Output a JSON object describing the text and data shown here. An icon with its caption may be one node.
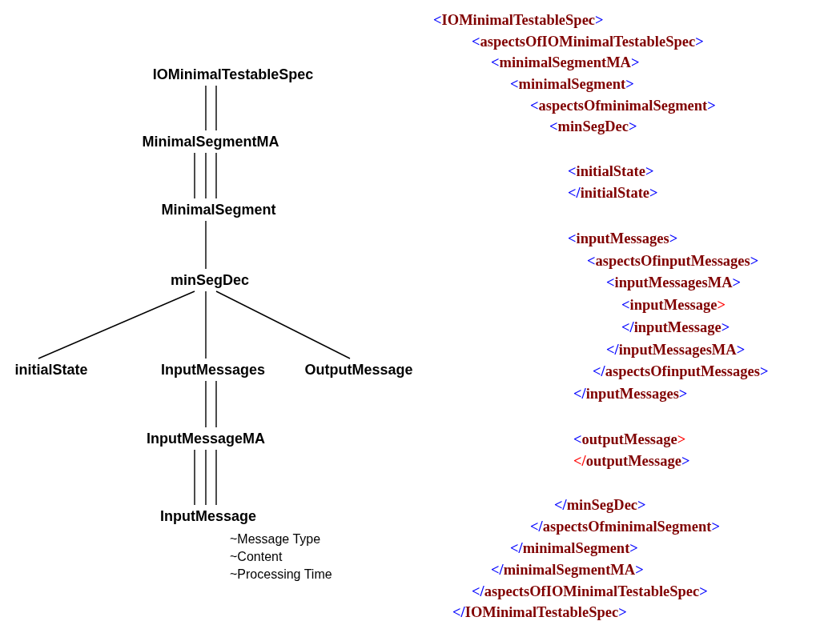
{
  "diagram": {
    "nodes": [
      {
        "text": [
          "IOMinimalTestableSpec"
        ]
      },
      {
        "text": [
          "MinimalSegmentMA"
        ]
      },
      {
        "text": [
          "MinimalSegment"
        ]
      },
      {
        "text": [
          "minSegDec"
        ]
      },
      {
        "text": [
          "initialState"
        ]
      },
      {
        "text": [
          "InputMessages"
        ]
      },
      {
        "text": [
          "OutputMessage"
        ]
      },
      {
        "text": [
          "InputMessageMA"
        ]
      },
      {
        "text": [
          "InputMessage"
        ],
        "beside": [
          "~Message Type",
          "~Content",
          "~Processing Time"
        ]
      }
    ],
    "edges": [
      {
        "from": 0,
        "to": 1,
        "arrow": "none"
      },
      {
        "from": 1,
        "to": 2,
        "arrow": "none"
      },
      {
        "from": 2,
        "to": 3,
        "arrow": "none"
      },
      {
        "from": 3,
        "to": 4,
        "arrow": "none"
      },
      {
        "from": 3,
        "to": 5,
        "arrow": "none"
      },
      {
        "from": 3,
        "to": 6,
        "arrow": "none"
      },
      {
        "from": 5,
        "to": 7,
        "arrow": "none"
      },
      {
        "from": 7,
        "to": 8,
        "arrow": "none"
      }
    ],
    "labels": [
      "<IOMinimalTestableSpec>",
      "<aspectsOfIOMinimalTestableSpec>",
      "<minimalSegmentMA>",
      "<minimalSegment>",
      "<aspectsOfminimalSegment>",
      "<minSegDec>",
      "<initialState>",
      "</initialState>",
      "<inputMessages>",
      "<aspectsOfinputMessages>",
      "<inputMessagesMA>",
      "<inputMessage>",
      "</inputMessage>",
      "</inputMessagesMA>",
      "</aspectsOfinputMessages>",
      "</inputMessages>",
      "<outputMessage>",
      "</outputMessage>",
      "</minSegDec>",
      "</aspectsOfminimalSegment>",
      "</minimalSegment>",
      "</minimalSegmentMA>",
      "</aspectsOfIOMinimalTestableSpec>",
      "</IOMinimalTestableSpec>"
    ]
  }
}
